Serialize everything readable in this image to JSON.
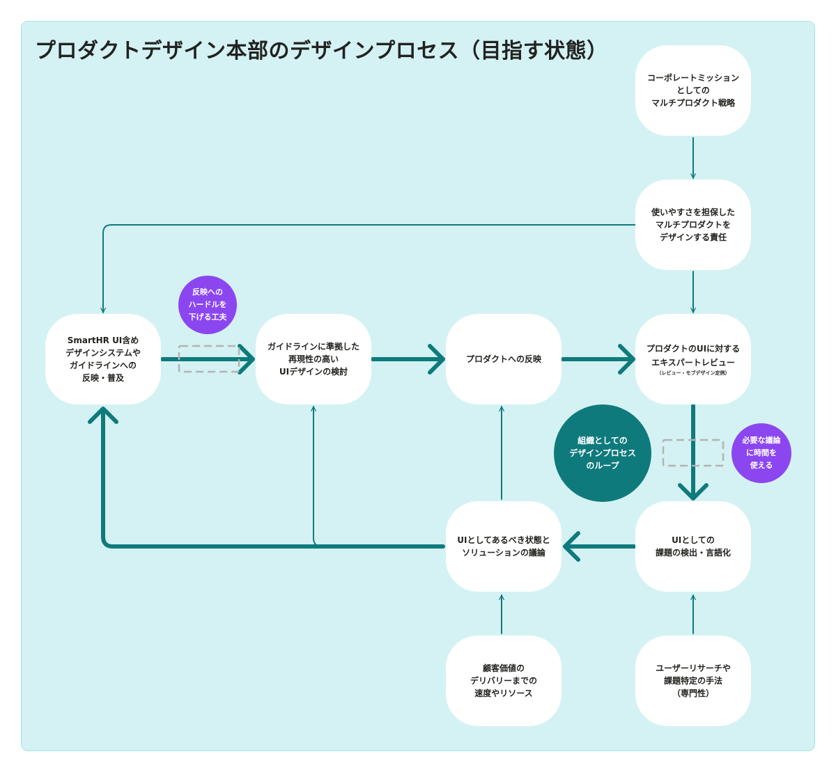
{
  "title": "プロダクトデザイン本部のデザインプロセス（目指す状態）",
  "colors": {
    "panel_bg": "#d4f2f3",
    "node_bg": "#ffffff",
    "arrow": "#0f7a7c",
    "accent_purple": "#8b46f0",
    "dashed_box": "#b3b3b3"
  },
  "nodes": {
    "corporate_mission": "コーポレートミッション\nとしての\nマルチプロダクト戦略",
    "usability_responsibility": "使いやすさを担保した\nマルチプロダクトを\nデザインする責任",
    "smarthr_ui": "SmartHR UI含め\nデザインシステムや\nガイドラインへの\n反映・普及",
    "guideline_ui_design": "ガイドラインに準拠した\n再現性の高い\nUIデザインの検討",
    "product_reflection": "プロダクトへの反映",
    "expert_review": "プロダクトのUIに対する\nエキスパートレビュー",
    "expert_review_sub": "（レビュー・モブデザイン定例）",
    "ui_discussion": "UIとしてあるべき状態と\nソリューションの議論",
    "issue_detection": "UIとしての\n課題の検出・言語化",
    "customer_value": "顧客価値の\nデリバリーまでの\n速度やリソース",
    "user_research": "ユーザーリサーチや\n課題特定の手法\n（専門性）"
  },
  "badges": {
    "lower_hurdle": "反映への\nハードルを\n下げる工夫",
    "discussion_time": "必要な議論\nに時間を\n使える",
    "org_loop": "組織としての\nデザインプロセス\nのループ"
  }
}
